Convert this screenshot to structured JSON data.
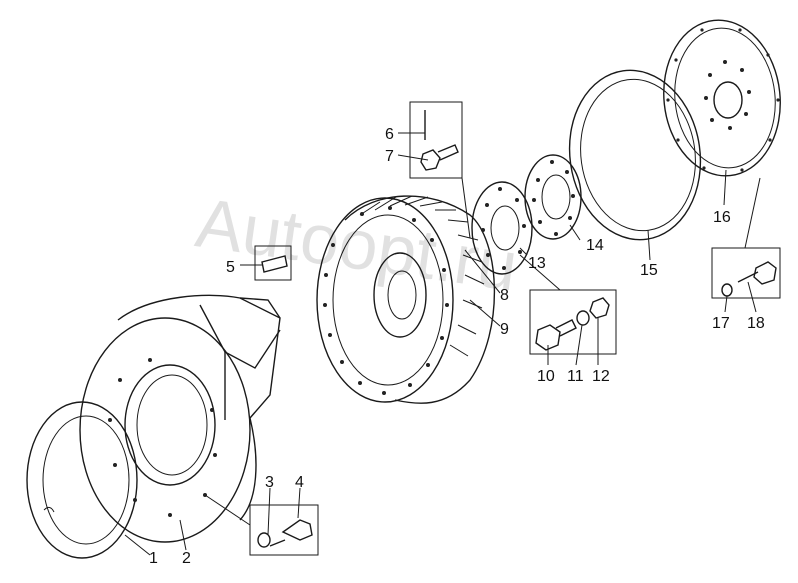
{
  "watermark": "Autoopt.ru",
  "callouts": [
    "1",
    "2",
    "3",
    "4",
    "5",
    "6",
    "7",
    "8",
    "9",
    "10",
    "11",
    "12",
    "13",
    "14",
    "15",
    "16",
    "17",
    "18"
  ]
}
